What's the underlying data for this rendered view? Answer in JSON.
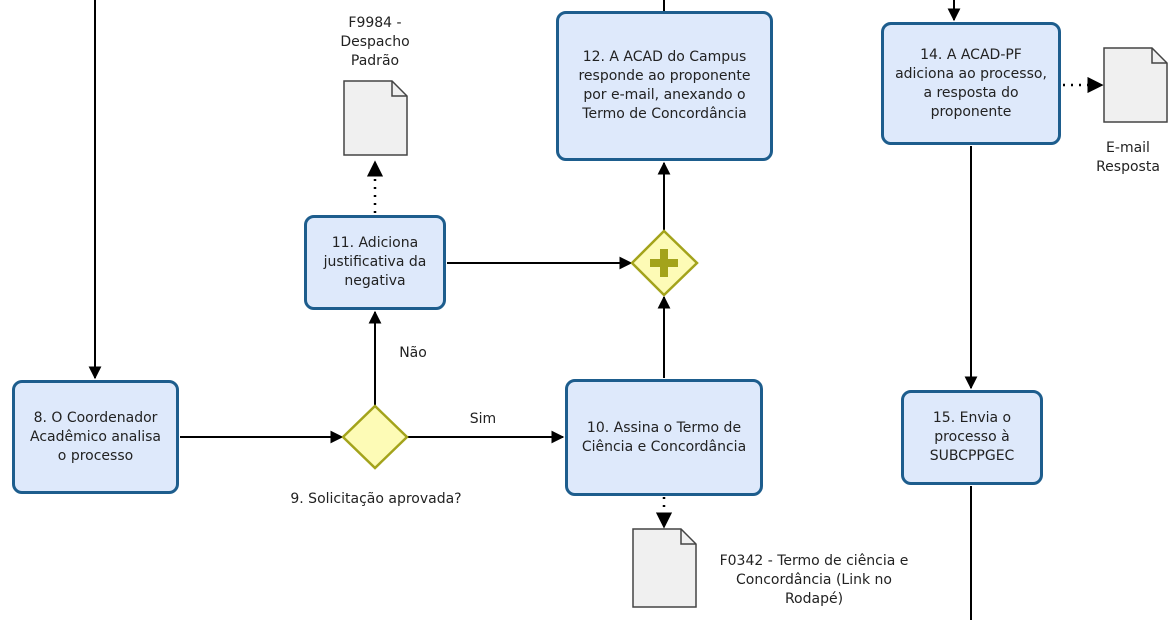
{
  "diagram": {
    "tasks": {
      "t8": "8. O Coordenador\nAcadêmico analisa\no processo",
      "t10": "10. Assina o Termo de\nCiência e Concordância",
      "t11": "11. Adiciona\njustificativa da\nnegativa",
      "t12": "12. A ACAD do Campus\nresponde ao proponente\npor e-mail, anexando o\nTermo de Concordância",
      "t14": "14. A ACAD-PF\nadiciona ao processo,\na resposta do\nproponente",
      "t15": "15. Envia o\nprocesso à\nSUBCPPGEC"
    },
    "gateway_label": "9. Solicitação aprovada?",
    "flow_labels": {
      "no": "Não",
      "yes": "Sim"
    },
    "documents": {
      "f9984": "F9984 -\nDespacho\nPadrão",
      "f0342": "F0342 - Termo de ciência e\nConcordância (Link no\nRodapé)",
      "email": "E-mail\nResposta"
    },
    "colors": {
      "task_fill": "#dee9fb",
      "task_border": "#1d5d8d",
      "gateway_fill": "#fdfbb6",
      "gateway_border": "#a3a31b",
      "document_fill": "#f0f0f0",
      "line": "#000000"
    }
  }
}
